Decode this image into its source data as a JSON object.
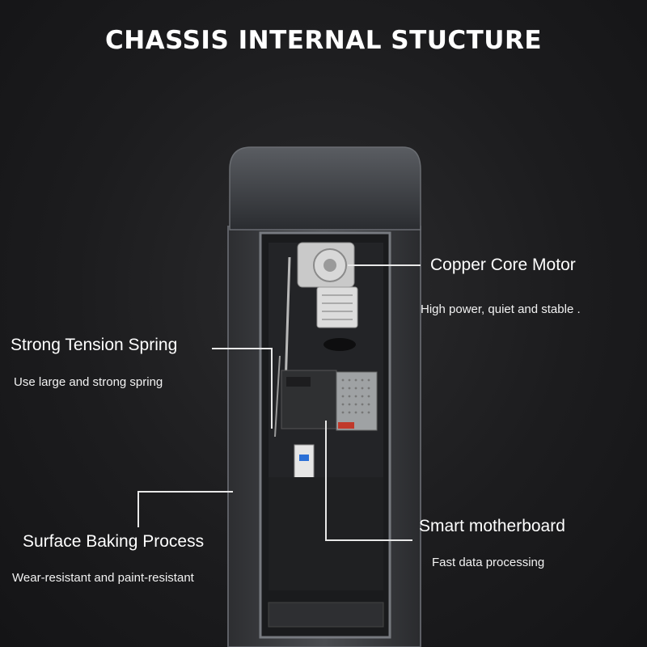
{
  "title": "CHASSIS INTERNAL STUCTURE",
  "callouts": {
    "motor": {
      "label": "Copper Core Motor",
      "desc": "High power, quiet and stable ."
    },
    "spring": {
      "label": "Strong Tension Spring",
      "desc": "Use large and strong spring"
    },
    "surface": {
      "label": "Surface Baking Process",
      "desc": "Wear-resistant and paint-resistant"
    },
    "board": {
      "label": "Smart motherboard",
      "desc": "Fast data processing"
    }
  }
}
